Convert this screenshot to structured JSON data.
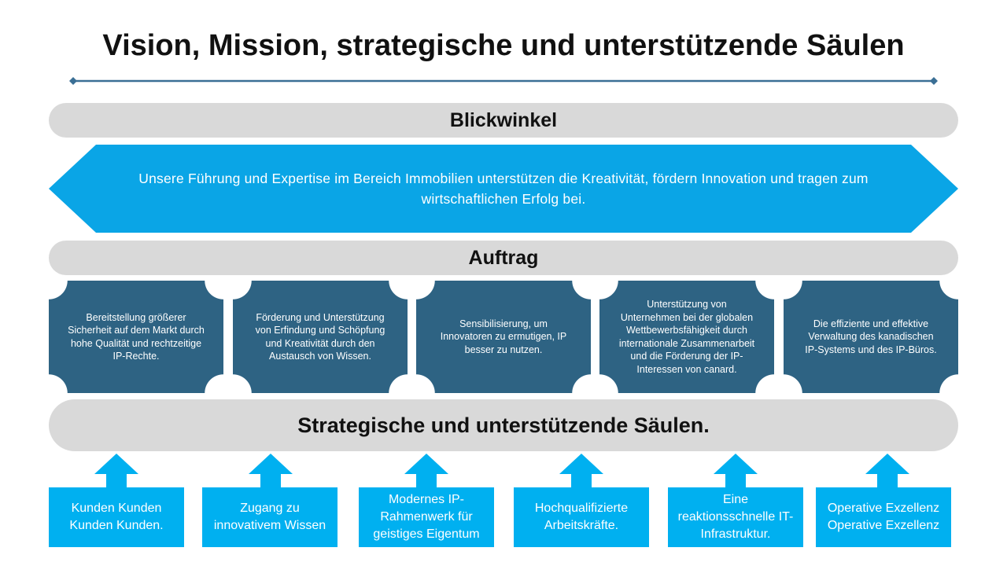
{
  "title": "Vision, Mission, strategische und unterstützende Säulen",
  "vision": {
    "label": "Blickwinkel",
    "text": "Unsere Führung und Expertise im Bereich Immobilien unterstützen die Kreativität, fördern Innovation und tragen zum wirtschaftlichen Erfolg bei."
  },
  "mission": {
    "label": "Auftrag",
    "items": [
      "Bereitstellung größerer Sicherheit auf dem Markt durch hohe Qualität und rechtzeitige IP-Rechte.",
      "Förderung und Unterstützung von Erfindung und Schöpfung und Kreativität durch den Austausch von Wissen.",
      "Sensibilisierung, um Innovatoren zu ermutigen, IP besser zu nutzen.",
      "Unterstützung von Unternehmen bei der globalen Wettbewerbsfähigkeit durch internationale Zusammenarbeit und die Förderung der IP-Interessen von canard.",
      "Die effiziente und effektive Verwaltung des kanadischen IP-Systems und des IP-Büros."
    ]
  },
  "pillars": {
    "label": "Strategische und unterstützende Säulen.",
    "items": [
      "Kunden Kunden Kunden Kunden.",
      "Zugang zu innovativem Wissen",
      "Modernes IP-Rahmenwerk für geistiges Eigentum",
      "Hochqualifizierte Arbeitskräfte.",
      "Eine reaktionsschnelle IT-Infrastruktur.",
      "Operative Exzellenz Operative Exzellenz"
    ]
  },
  "colors": {
    "band_gray": "#d9d9d9",
    "vision_blue": "#0aa5e6",
    "mission_navy": "#2e6383",
    "pillar_blue": "#00b0f0",
    "rule_blue": "#3a6f95"
  }
}
